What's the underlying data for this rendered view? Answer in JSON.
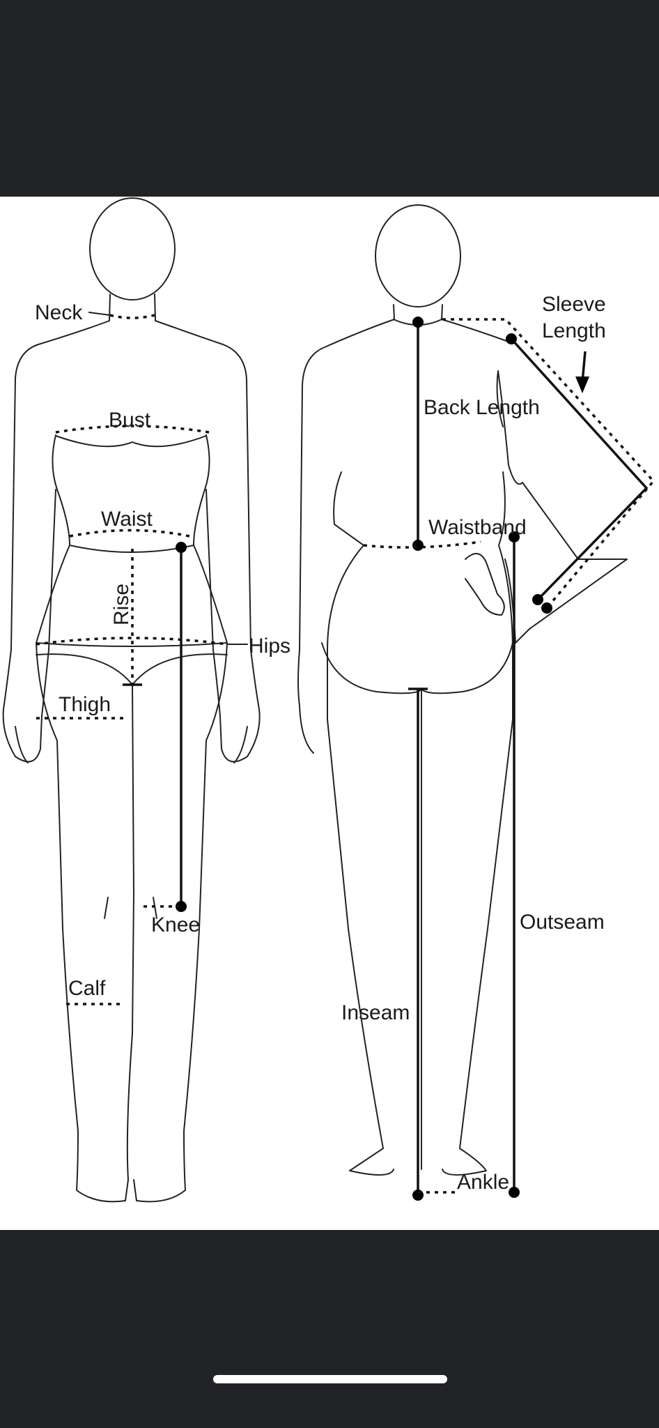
{
  "diagram": {
    "labels": {
      "neck": "Neck",
      "bust": "Bust",
      "waist": "Waist",
      "rise": "Rise",
      "hips": "Hips",
      "thigh": "Thigh",
      "knee": "Knee",
      "calf": "Calf",
      "sleeve_length_line1": "Sleeve",
      "sleeve_length_line2": "Length",
      "back_length": "Back Length",
      "waistband": "Waistband",
      "outseam": "Outseam",
      "inseam": "Inseam",
      "ankle": "Ankle"
    }
  },
  "colors": {
    "screen_bg": "#222326",
    "panel_bg": "#ffffff",
    "ink": "#1a1a1a"
  }
}
